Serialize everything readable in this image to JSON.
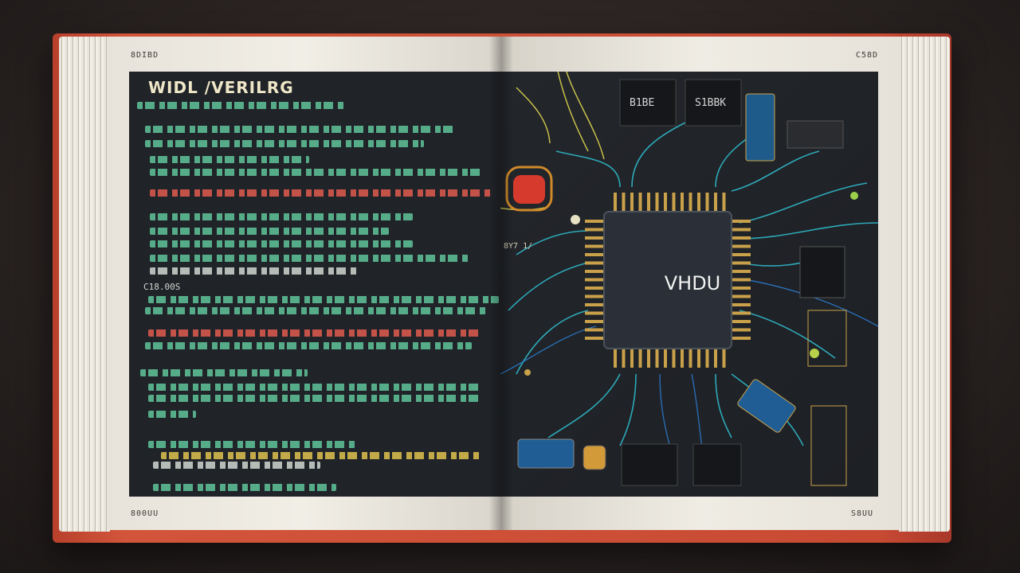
{
  "book": {
    "left_corner_top": "8DIBD",
    "right_corner_top": "C58D",
    "left_corner_bottom": "800UU",
    "right_corner_bottom": "S8UU"
  },
  "code_page": {
    "title": "WIDL /VERILRG",
    "snippets": [
      "C18.00S",
      "8Y7 1/"
    ]
  },
  "board_page": {
    "main_chip_label": "VHDU",
    "small_chips": [
      "B1BE",
      "S1BBK"
    ],
    "colors": {
      "trace_teal": "#2fb8c9",
      "trace_blue": "#2c7fd6",
      "gold_pin": "#c9a14a",
      "wire": "#c8c04a"
    }
  },
  "colors": {
    "cover": "#c84a33",
    "paper": "#efece4",
    "panel": "#202328",
    "code_green": "#5fc39a",
    "code_red": "#e05a4e",
    "code_yellow": "#e0c24e"
  }
}
